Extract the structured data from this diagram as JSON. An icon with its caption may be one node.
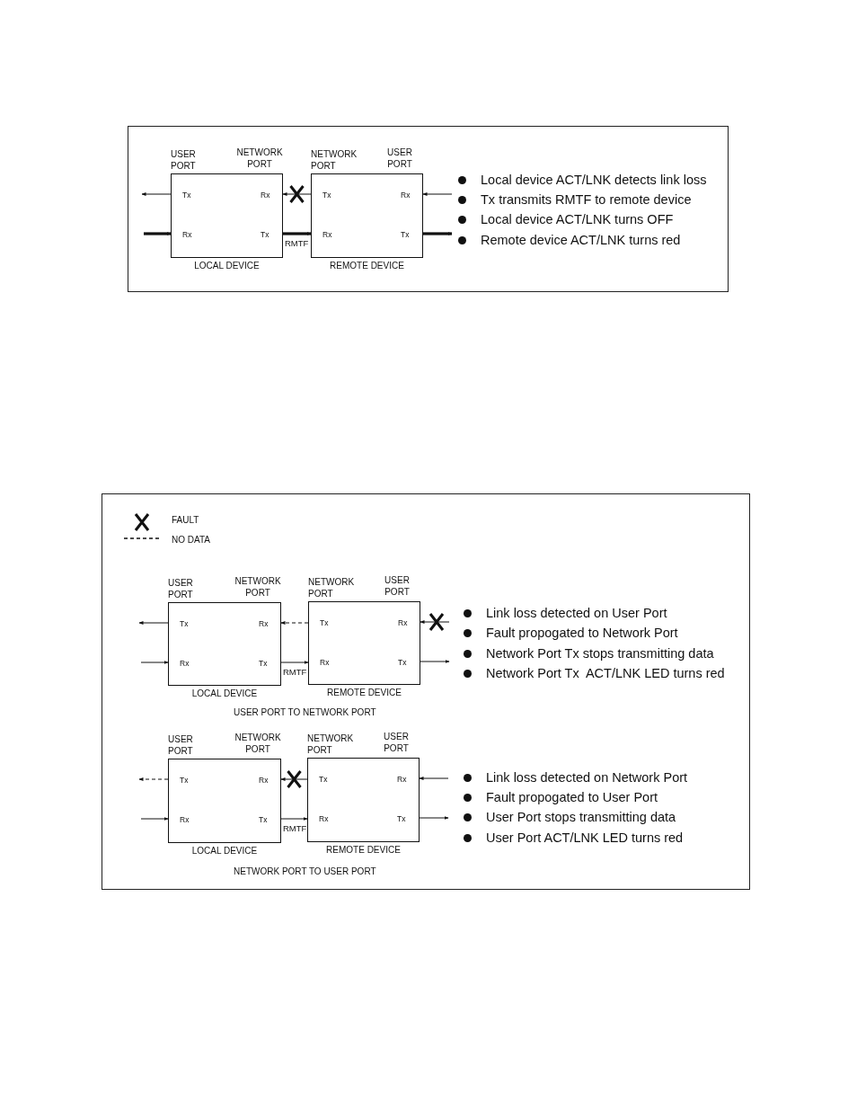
{
  "diagram": {
    "nodes": [
      {
        "text": [
          "USER PORT",
          "NETWORK PORT",
          "Tx",
          "Rx",
          "Rx",
          "Tx"
        ],
        "beside": [
          "LOCAL DEVICE"
        ]
      },
      {
        "text": [
          "NETWORK PORT",
          "USER PORT",
          "Tx",
          "Rx",
          "Rx",
          "Tx"
        ],
        "beside": [
          "REMOTE DEVICE"
        ]
      },
      {
        "text": [
          "USER PORT",
          "NETWORK PORT",
          "Tx",
          "Rx",
          "Rx",
          "Tx"
        ],
        "beside": [
          "LOCAL DEVICE"
        ]
      },
      {
        "text": [
          "NETWORK PORT",
          "USER PORT",
          "Tx",
          "Rx",
          "Rx",
          "Tx"
        ],
        "beside": [
          "REMOTE DEVICE"
        ]
      },
      {
        "text": [
          "USER PORT",
          "NETWORK PORT",
          "Tx",
          "Rx",
          "Rx",
          "Tx"
        ],
        "beside": [
          "LOCAL DEVICE"
        ]
      },
      {
        "text": [
          "NETWORK PORT",
          "USER PORT",
          "Tx",
          "Rx",
          "Rx",
          "Tx"
        ],
        "beside": [
          "REMOTE DEVICE"
        ]
      }
    ],
    "edges": [
      {
        "from": 0,
        "to": null,
        "arrow": "to"
      },
      {
        "from": null,
        "to": 0,
        "arrow": "to",
        "style": "thick"
      },
      {
        "from": 1,
        "to": 0,
        "arrow": "to"
      },
      {
        "from": 0,
        "to": 1,
        "arrow": "to",
        "label": "RMTF",
        "style": "thick"
      },
      {
        "from": null,
        "to": 1,
        "arrow": "to"
      },
      {
        "from": 1,
        "to": null,
        "arrow": "to",
        "style": "thick"
      },
      {
        "from": 2,
        "to": null,
        "arrow": "to"
      },
      {
        "from": null,
        "to": 2,
        "arrow": "to"
      },
      {
        "from": 3,
        "to": 2,
        "arrow": "to",
        "style": "dashed"
      },
      {
        "from": 2,
        "to": 3,
        "arrow": "to",
        "label": "RMTF"
      },
      {
        "from": null,
        "to": 3,
        "arrow": "to"
      },
      {
        "from": 3,
        "to": null,
        "arrow": "to"
      },
      {
        "from": 4,
        "to": null,
        "arrow": "to",
        "style": "dashed"
      },
      {
        "from": null,
        "to": 4,
        "arrow": "to"
      },
      {
        "from": 5,
        "to": 4,
        "arrow": "to"
      },
      {
        "from": 4,
        "to": 5,
        "arrow": "to",
        "label": "RMTF"
      },
      {
        "from": null,
        "to": 5,
        "arrow": "to"
      },
      {
        "from": 5,
        "to": null,
        "arrow": "to"
      }
    ],
    "labels": [
      "Local device ACT/LNK detects link loss",
      "Tx transmits RMTF to remote device",
      "Local device ACT/LNK turns OFF",
      "Remote device ACT/LNK turns red",
      "Link loss detected on User Port",
      "Fault propogated to Network Port",
      "Network Port Tx stops transmitting data",
      "Network Port Tx  ACT/LNK LED turns red",
      "USER PORT TO NETWORK PORT",
      "Link loss detected on Network Port",
      "Fault propogated to User Port",
      "User Port stops transmitting data",
      "User Port ACT/LNK LED turns red",
      "NETWORK PORT TO USER PORT"
    ],
    "legend": [
      {
        "text": "FAULT"
      },
      {
        "text": "NO DATA"
      }
    ]
  }
}
